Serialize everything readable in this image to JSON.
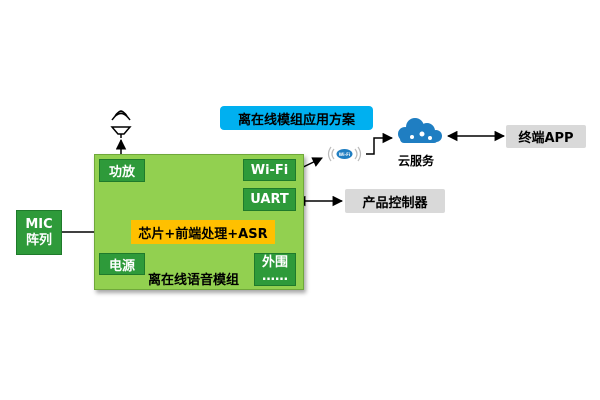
{
  "title": "离在线模组应用方案",
  "module": {
    "label": "离在线语音模组",
    "amp": "功放",
    "wifi": "Wi-Fi",
    "uart": "UART",
    "chip": "芯片+前端处理+ASR",
    "power": "电源",
    "peripheral": "外围",
    "more": "……"
  },
  "mic": {
    "line1": "MIC",
    "line2": "阵列"
  },
  "cloud": "云服务",
  "terminal": "终端APP",
  "controller": "产品控制器",
  "wifi_badge": "Wi-Fi",
  "icons": [
    "speaker-icon",
    "wifi-signal-icon",
    "cloud-icon"
  ],
  "colors": {
    "module": "#92d050",
    "component": "#2e9a3a",
    "chip": "#ffc000",
    "title": "#00b0f0",
    "external": "#d9d9d9",
    "cloud": "#1f7ec2"
  }
}
